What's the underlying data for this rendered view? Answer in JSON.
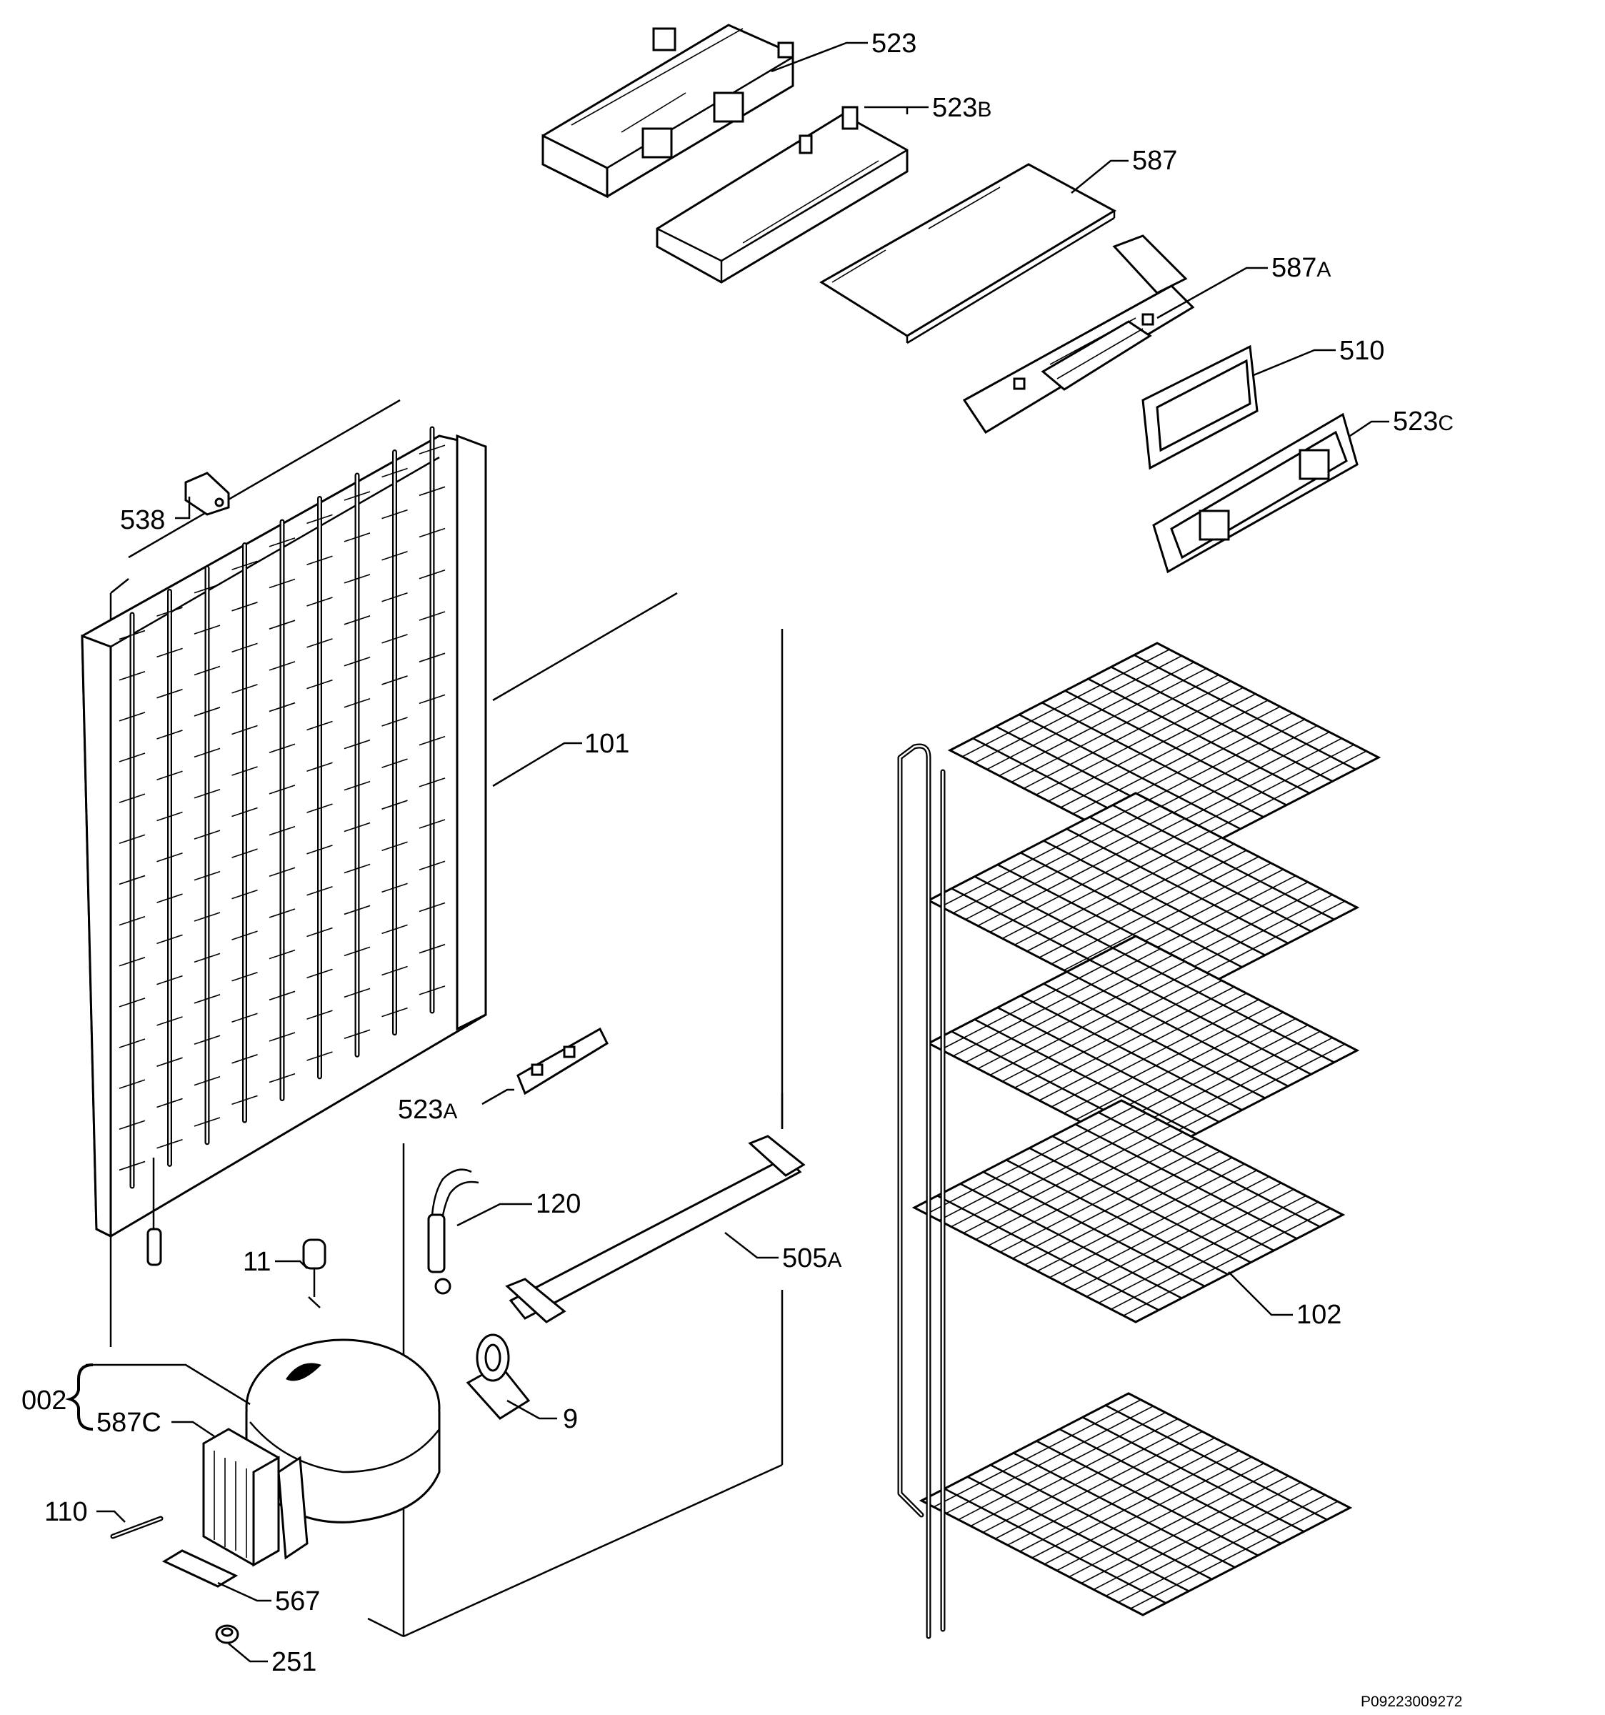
{
  "diagram": {
    "reference_code": "P09223009272",
    "callouts": [
      {
        "id": "523",
        "num": "523",
        "suffix": ""
      },
      {
        "id": "523b",
        "num": "523",
        "suffix": "B"
      },
      {
        "id": "587",
        "num": "587",
        "suffix": ""
      },
      {
        "id": "587a",
        "num": "587",
        "suffix": "A"
      },
      {
        "id": "510",
        "num": "510",
        "suffix": ""
      },
      {
        "id": "523c",
        "num": "523",
        "suffix": "C"
      },
      {
        "id": "538",
        "num": "538",
        "suffix": ""
      },
      {
        "id": "101",
        "num": "101",
        "suffix": ""
      },
      {
        "id": "523a",
        "num": "523",
        "suffix": "A"
      },
      {
        "id": "120",
        "num": "120",
        "suffix": ""
      },
      {
        "id": "505a",
        "num": "505",
        "suffix": "A"
      },
      {
        "id": "11",
        "num": "11",
        "suffix": ""
      },
      {
        "id": "102",
        "num": "102",
        "suffix": ""
      },
      {
        "id": "002",
        "num": "002",
        "suffix": ""
      },
      {
        "id": "587c",
        "num": "587C",
        "suffix": ""
      },
      {
        "id": "9",
        "num": "9",
        "suffix": ""
      },
      {
        "id": "110",
        "num": "110",
        "suffix": ""
      },
      {
        "id": "567",
        "num": "567",
        "suffix": ""
      },
      {
        "id": "251",
        "num": "251",
        "suffix": ""
      }
    ]
  }
}
